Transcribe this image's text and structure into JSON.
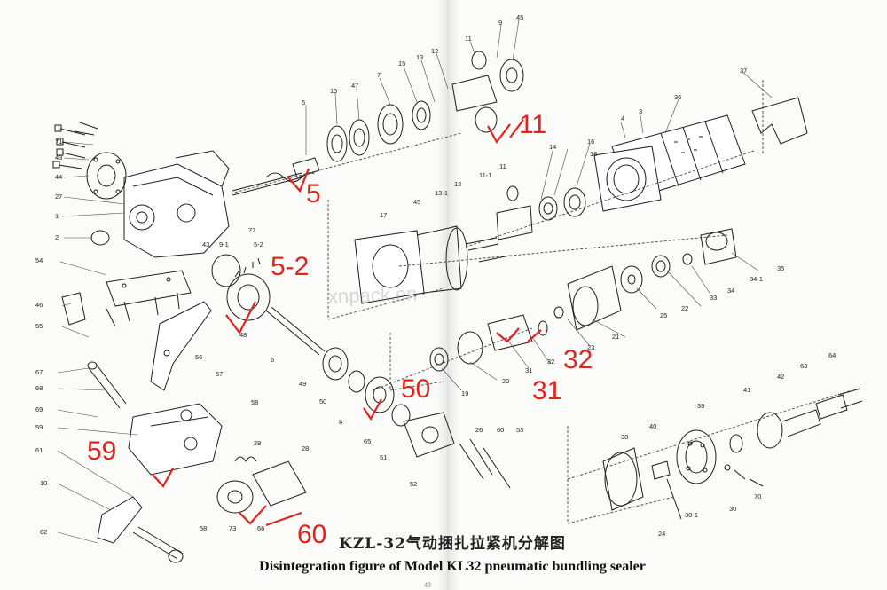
{
  "title_cn": "KZL-32气动捆扎拉紧机分解图",
  "title_en": "Disintegration figure of Model KL32 pneumatic bundling sealer",
  "page_number": "43",
  "watermark": "xnpack.en",
  "part_labels": [
    {
      "id": "p71",
      "text": "71"
    },
    {
      "id": "p43a",
      "text": "43"
    },
    {
      "id": "p44",
      "text": "44"
    },
    {
      "id": "p27",
      "text": "27"
    },
    {
      "id": "p1",
      "text": "1"
    },
    {
      "id": "p2",
      "text": "2"
    },
    {
      "id": "p54",
      "text": "54"
    },
    {
      "id": "p46",
      "text": "46"
    },
    {
      "id": "p55",
      "text": "55"
    },
    {
      "id": "p67",
      "text": "67"
    },
    {
      "id": "p68",
      "text": "68"
    },
    {
      "id": "p69",
      "text": "69"
    },
    {
      "id": "p59",
      "text": "59"
    },
    {
      "id": "p61",
      "text": "61"
    },
    {
      "id": "p10",
      "text": "10"
    },
    {
      "id": "p62",
      "text": "62"
    },
    {
      "id": "p5",
      "text": "5"
    },
    {
      "id": "p15a",
      "text": "15"
    },
    {
      "id": "p47",
      "text": "47"
    },
    {
      "id": "p7",
      "text": "7"
    },
    {
      "id": "p15b",
      "text": "15"
    },
    {
      "id": "p13",
      "text": "13"
    },
    {
      "id": "p12a",
      "text": "12"
    },
    {
      "id": "p11a",
      "text": "11"
    },
    {
      "id": "p9",
      "text": "9"
    },
    {
      "id": "p45a",
      "text": "45"
    },
    {
      "id": "p72",
      "text": "72"
    },
    {
      "id": "p43b",
      "text": "43"
    },
    {
      "id": "p9-1",
      "text": "9-1"
    },
    {
      "id": "p5-2",
      "text": "5-2"
    },
    {
      "id": "p48",
      "text": "48"
    },
    {
      "id": "p6",
      "text": "6"
    },
    {
      "id": "p56",
      "text": "56"
    },
    {
      "id": "p57",
      "text": "57"
    },
    {
      "id": "p49",
      "text": "49"
    },
    {
      "id": "p50",
      "text": "50"
    },
    {
      "id": "p8",
      "text": "8"
    },
    {
      "id": "p58a",
      "text": "58"
    },
    {
      "id": "p29",
      "text": "29"
    },
    {
      "id": "p28",
      "text": "28"
    },
    {
      "id": "p65",
      "text": "65"
    },
    {
      "id": "p51",
      "text": "51"
    },
    {
      "id": "p52",
      "text": "52"
    },
    {
      "id": "p58b",
      "text": "58"
    },
    {
      "id": "p73",
      "text": "73"
    },
    {
      "id": "p66",
      "text": "66"
    },
    {
      "id": "p4",
      "text": "4"
    },
    {
      "id": "p3",
      "text": "3"
    },
    {
      "id": "p36",
      "text": "36"
    },
    {
      "id": "p37",
      "text": "37"
    },
    {
      "id": "p16",
      "text": "16"
    },
    {
      "id": "p18",
      "text": "18"
    },
    {
      "id": "p14",
      "text": "14"
    },
    {
      "id": "p11b",
      "text": "11"
    },
    {
      "id": "p11-1",
      "text": "11-1"
    },
    {
      "id": "p12b",
      "text": "12"
    },
    {
      "id": "p13-1",
      "text": "13-1"
    },
    {
      "id": "p17",
      "text": "17"
    },
    {
      "id": "p45b",
      "text": "45"
    },
    {
      "id": "p35",
      "text": "35"
    },
    {
      "id": "p34-1",
      "text": "34-1"
    },
    {
      "id": "p34",
      "text": "34"
    },
    {
      "id": "p33",
      "text": "33"
    },
    {
      "id": "p22",
      "text": "22"
    },
    {
      "id": "p25",
      "text": "25"
    },
    {
      "id": "p21",
      "text": "21"
    },
    {
      "id": "p23",
      "text": "23"
    },
    {
      "id": "p32",
      "text": "32"
    },
    {
      "id": "p31",
      "text": "31"
    },
    {
      "id": "p20",
      "text": "20"
    },
    {
      "id": "p19",
      "text": "19"
    },
    {
      "id": "p26",
      "text": "26"
    },
    {
      "id": "p60",
      "text": "60"
    },
    {
      "id": "p53",
      "text": "53"
    },
    {
      "id": "p38",
      "text": "38"
    },
    {
      "id": "p40",
      "text": "40"
    },
    {
      "id": "p39",
      "text": "39"
    },
    {
      "id": "p41",
      "text": "41"
    },
    {
      "id": "p42",
      "text": "42"
    },
    {
      "id": "p63",
      "text": "63"
    },
    {
      "id": "p64",
      "text": "64"
    },
    {
      "id": "p30-1",
      "text": "30-1"
    },
    {
      "id": "p30",
      "text": "30"
    },
    {
      "id": "p70",
      "text": "70"
    },
    {
      "id": "p24",
      "text": "24"
    }
  ],
  "handwritten_marks": [
    {
      "id": "h5",
      "text": "5"
    },
    {
      "id": "h5-2",
      "text": "5-2"
    },
    {
      "id": "h50",
      "text": "50"
    },
    {
      "id": "h59",
      "text": "59"
    },
    {
      "id": "h60",
      "text": "60"
    },
    {
      "id": "h11",
      "text": "11"
    },
    {
      "id": "h32",
      "text": "32"
    },
    {
      "id": "h31",
      "text": "31"
    }
  ],
  "colors": {
    "ink": "#1e1e1e",
    "annotation_red": "#e0231f",
    "paper": "#fbfbf9"
  }
}
